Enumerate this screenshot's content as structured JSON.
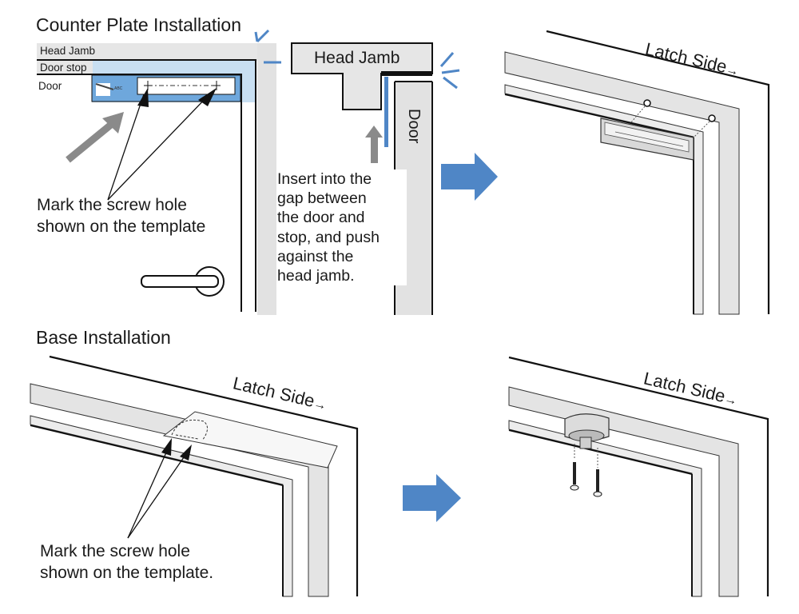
{
  "sections": {
    "counter_plate": {
      "title": "Counter Plate Installation",
      "panel1": {
        "labels": {
          "head_jamb": "Head Jamb",
          "door_stop": "Door stop",
          "door": "Door"
        },
        "caption_lines": [
          "Mark the screw hole",
          "shown on the template"
        ]
      },
      "panel2": {
        "head_jamb_label": "Head Jamb",
        "door_label": "Door",
        "instruction_lines": [
          "Insert into the",
          "gap between",
          "the door and",
          "stop, and push",
          "against the",
          "head jamb."
        ]
      },
      "panel3": {
        "latch_side_label": "Latch Side",
        "latch_arrow": "→"
      }
    },
    "base": {
      "title": "Base Installation",
      "panel1": {
        "latch_side_label": "Latch Side",
        "latch_arrow": "→",
        "caption_lines": [
          "Mark the screw hole",
          "shown on the template."
        ]
      },
      "panel2": {
        "latch_side_label": "Latch Side",
        "latch_arrow": "→"
      }
    }
  },
  "colors": {
    "accent_blue": "#4f86c6",
    "light_blue": "#c8dff2",
    "mid_blue": "#6ea7dc",
    "gray_arrow": "#8a8a8a",
    "frame_gray": "#e2e2e2",
    "line_black": "#111111"
  }
}
